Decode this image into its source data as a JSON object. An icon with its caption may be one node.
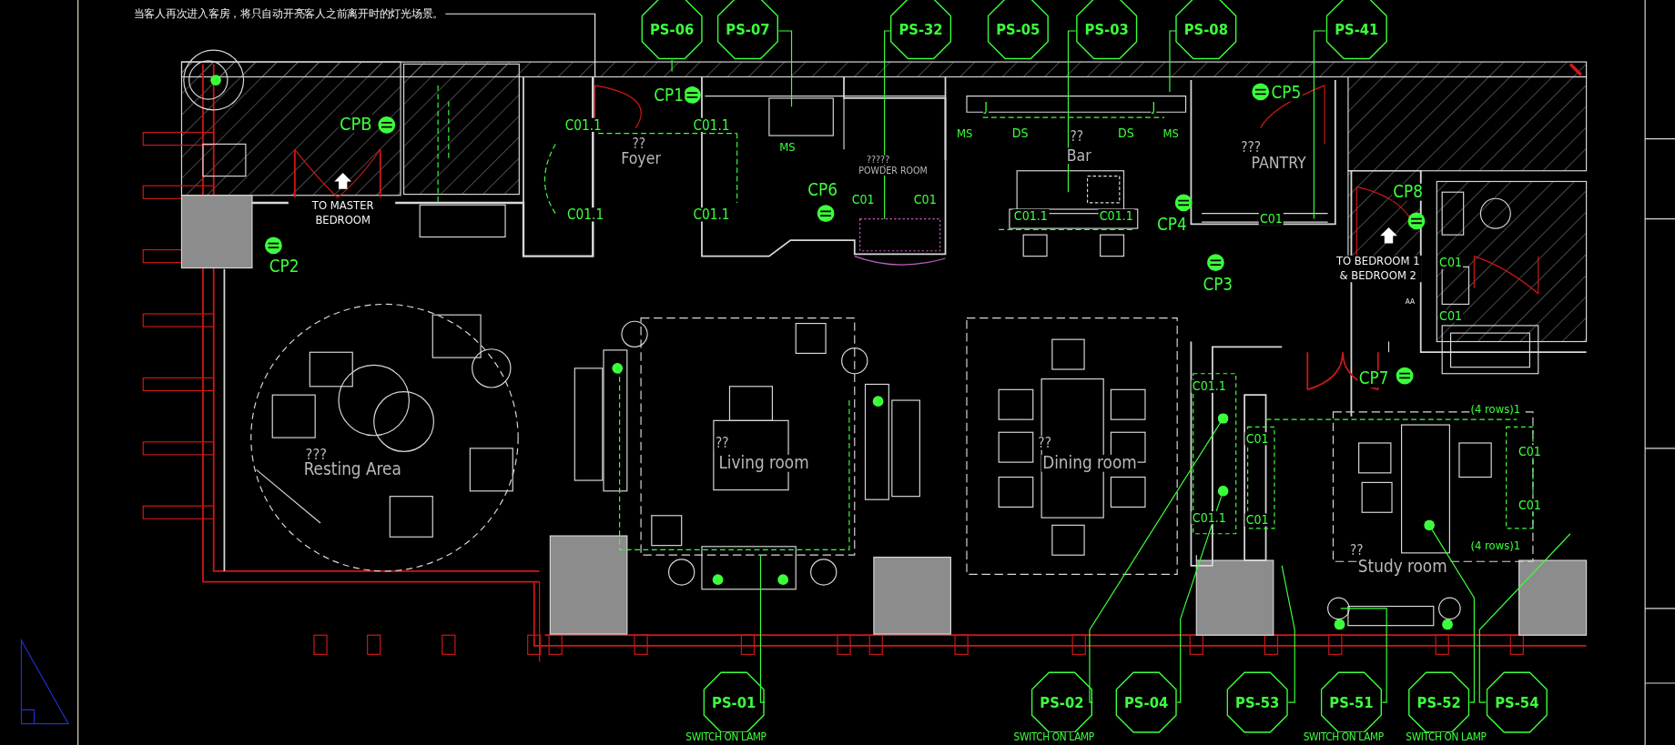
{
  "diagram": {
    "nodes": [
      {
        "text": [
          "当客人再次进入客房，将只自动开亮客人之前离开时的灯光场景。"
        ]
      },
      {
        "text": [
          "PS-06"
        ]
      },
      {
        "text": [
          "PS-07"
        ]
      },
      {
        "text": [
          "PS-32"
        ]
      },
      {
        "text": [
          "PS-05"
        ]
      },
      {
        "text": [
          "PS-03"
        ]
      },
      {
        "text": [
          "PS-08"
        ]
      },
      {
        "text": [
          "PS-41"
        ]
      },
      {
        "text": [
          "PS-01"
        ],
        "beside": [
          "SWITCH ON LAMP"
        ]
      },
      {
        "text": [
          "PS-02"
        ],
        "beside": [
          "SWITCH ON LAMP"
        ]
      },
      {
        "text": [
          "PS-04"
        ]
      },
      {
        "text": [
          "PS-53"
        ]
      },
      {
        "text": [
          "PS-51"
        ],
        "beside": [
          "SWITCH ON LAMP"
        ]
      },
      {
        "text": [
          "PS-52"
        ],
        "beside": [
          "SWITCH ON LAMP"
        ]
      },
      {
        "text": [
          "PS-54"
        ]
      },
      {
        "text": [],
        "shape": "circle"
      },
      {
        "text": [],
        "shape": "circle"
      },
      {
        "text": [],
        "shape": "circle"
      }
    ],
    "edges": [
      {
        "from": 0,
        "to": null,
        "arrow": "none",
        "color": "#f0f0f0"
      },
      {
        "from": 1,
        "to": null,
        "arrow": "none"
      },
      {
        "from": 2,
        "to": null,
        "arrow": "none"
      },
      {
        "from": 3,
        "to": null,
        "arrow": "none"
      },
      {
        "from": 5,
        "to": null,
        "arrow": "none"
      },
      {
        "from": 6,
        "to": null,
        "arrow": "none"
      },
      {
        "from": 7,
        "to": null,
        "arrow": "none"
      },
      {
        "from": 8,
        "to": null,
        "arrow": "none"
      },
      {
        "from": 9,
        "to": 15,
        "arrow": "none"
      },
      {
        "from": 10,
        "to": 16,
        "arrow": "none"
      },
      {
        "from": 11,
        "to": null,
        "arrow": "none"
      },
      {
        "from": 12,
        "to": null,
        "arrow": "none"
      },
      {
        "from": 13,
        "to": 17,
        "arrow": "none"
      },
      {
        "from": 14,
        "to": null,
        "arrow": "none"
      }
    ],
    "labels": [
      "CPB",
      "CP1",
      "C01.1",
      "C01.1",
      "??",
      "Foyer",
      "MS",
      "J",
      "J",
      "MS",
      "DS",
      "DS",
      "MS",
      "CP5",
      "??",
      "Bar",
      "???",
      "PANTRY",
      "?????",
      "POWDER ROOM",
      "CP6",
      "C01",
      "C01",
      "C01.1",
      "C01.1",
      "C01.1",
      "C01.1",
      "CP2",
      "TO MASTER BEDROOM",
      "CP4",
      "C01",
      "CP8",
      "TO BEDROOM 1 & BEDROOM 2",
      "AA",
      "C01",
      "C01",
      "CP3",
      "CP7",
      "???",
      "Resting Area",
      "??",
      "Living room",
      "??",
      "Dining room",
      "C01.1",
      "C01.1",
      "C01",
      "C01",
      "(4 rows)1",
      "C01",
      "C01",
      "??",
      "(4 rows)1",
      "Study room"
    ]
  }
}
